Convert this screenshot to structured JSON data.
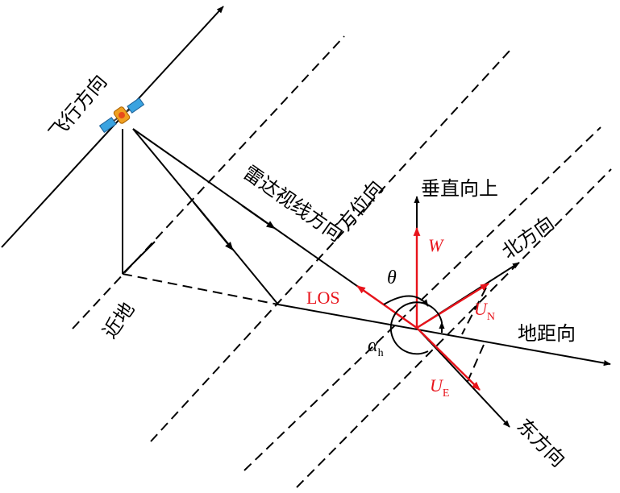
{
  "labels": {
    "flight_direction": "飞行方向",
    "radar_los_direction": "雷达视线方向",
    "azimuth_direction": "方位向",
    "vertical_up": "垂直向上",
    "north": "北方向",
    "range_direction": "地距向",
    "east": "东方向",
    "nadir": "近地"
  },
  "vectors": {
    "los": "LOS",
    "w": "W",
    "u_n": "U",
    "u_n_sub": "N",
    "u_e": "U",
    "u_e_sub": "E"
  },
  "angles": {
    "theta": "θ",
    "alpha": "α",
    "alpha_sub": "h"
  },
  "colors": {
    "line": "#000000",
    "vector": "#e8131b"
  },
  "icons": {
    "satellite": "satellite-icon"
  }
}
